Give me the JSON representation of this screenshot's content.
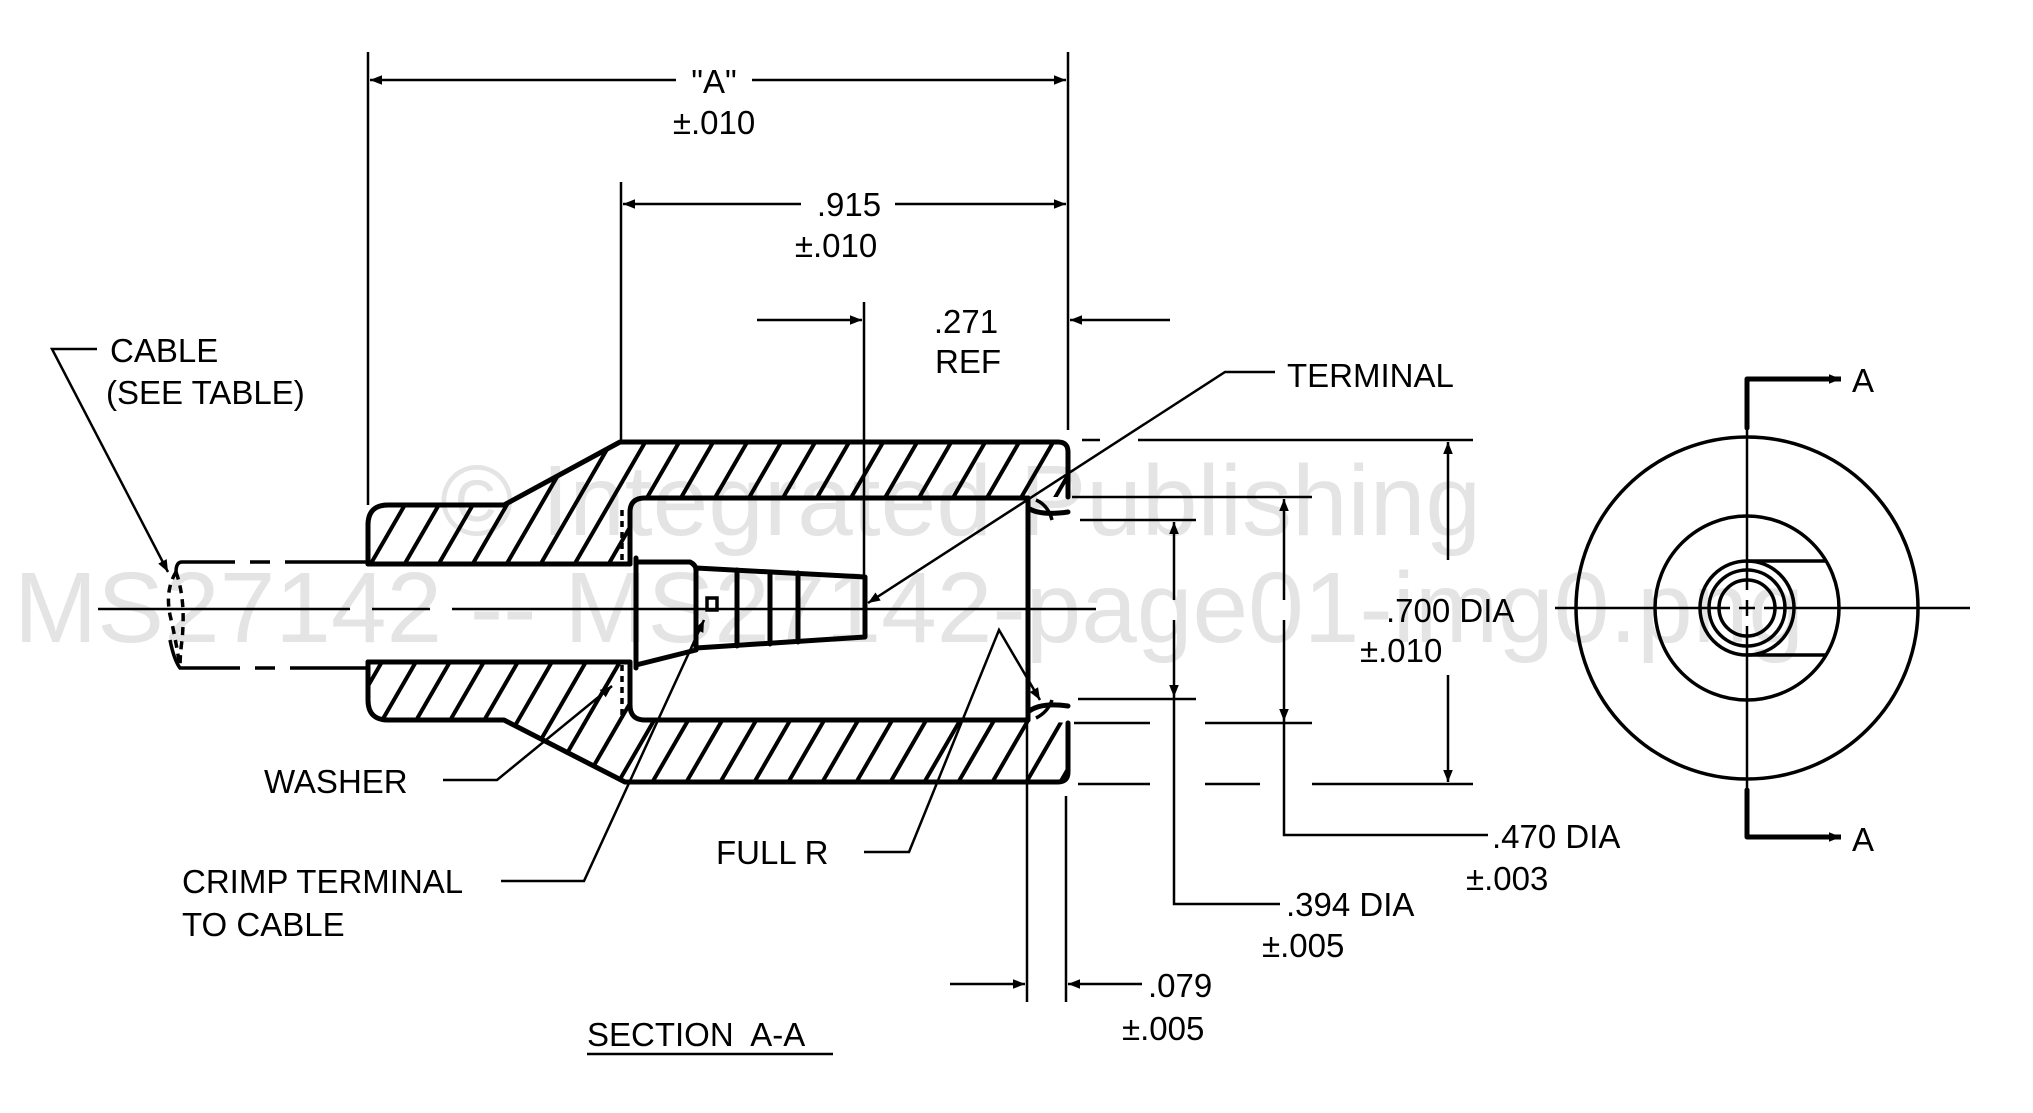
{
  "drawing": {
    "title": "SECTION  A-A",
    "watermark_line1": "© Integrated Publishing",
    "watermark_line2": "MS27142 -- MS27142-page01-img0.png"
  },
  "dimensions": {
    "overall_a": {
      "label": "\"A\"",
      "tolerance": "±.010"
    },
    "length_915": {
      "label": ".915",
      "tolerance": "±.010"
    },
    "ref_271": {
      "label": ".271",
      "note": "REF"
    },
    "dia_700": {
      "label": ".700 DIA",
      "tolerance": "±.010"
    },
    "dia_470": {
      "label": ".470 DIA",
      "tolerance": "±.003"
    },
    "dia_394": {
      "label": ".394 DIA",
      "tolerance": "±.005"
    },
    "wall_079": {
      "label": ".079",
      "tolerance": "±.005"
    }
  },
  "callouts": {
    "cable_line1": "CABLE",
    "cable_line2": "(SEE TABLE)",
    "terminal": "TERMINAL",
    "washer": "WASHER",
    "crimp_line1": "CRIMP TERMINAL",
    "crimp_line2": "TO CABLE",
    "full_r": "FULL  R"
  },
  "section_markers": {
    "top": "A",
    "bottom": "A"
  }
}
